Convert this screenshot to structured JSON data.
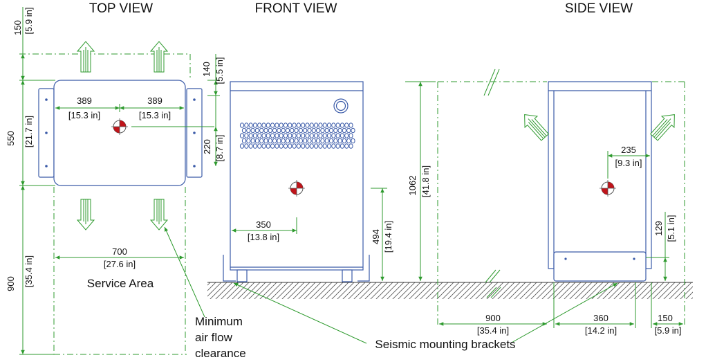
{
  "views": {
    "top": "TOP VIEW",
    "front": "FRONT VIEW",
    "side": "SIDE VIEW"
  },
  "dimensions": {
    "top_clear_mm": "150",
    "top_clear_in": "[5.9 in]",
    "depth_mm": "550",
    "depth_in": "[21.7 in]",
    "service_mm": "900",
    "service_in": "[35.4 in]",
    "half_left_mm": "389",
    "half_left_in": "[15.3 in]",
    "half_right_mm": "389",
    "half_right_in": "[15.3 in]",
    "bracket_mm": "140",
    "bracket_in": "[5.5 in]",
    "cog_depth_mm": "220",
    "cog_depth_in": "[8.7 in]",
    "width_mm": "700",
    "width_in": "[27.6 in]",
    "front_cog_x_mm": "350",
    "front_cog_x_in": "[13.8 in]",
    "cog_height_mm": "494",
    "cog_height_in": "[19.4 in]",
    "height_mm": "1062",
    "height_in": "[41.8 in]",
    "side_cog_mm": "235",
    "side_cog_in": "[9.3 in]",
    "base_height_mm": "129",
    "base_height_in": "[5.1 in]",
    "side_front_clear_mm": "900",
    "side_front_clear_in": "[35.4 in]",
    "side_base_mm": "360",
    "side_base_in": "[14.2 in]",
    "side_rear_clear_mm": "150",
    "side_rear_clear_in": "[5.9 in]"
  },
  "labels": {
    "service_area": "Service Area",
    "airflow_line1": "Minimum",
    "airflow_line2": "air flow",
    "airflow_line3": "clearance",
    "seismic": "Seismic mounting brackets"
  },
  "colors": {
    "dimension_lines": "#2e9a2e",
    "equipment_outline": "#3a5aa8",
    "cog_marker": "#c0141a"
  },
  "icons": [
    "airflow-arrow-icon",
    "center-of-gravity-icon"
  ]
}
